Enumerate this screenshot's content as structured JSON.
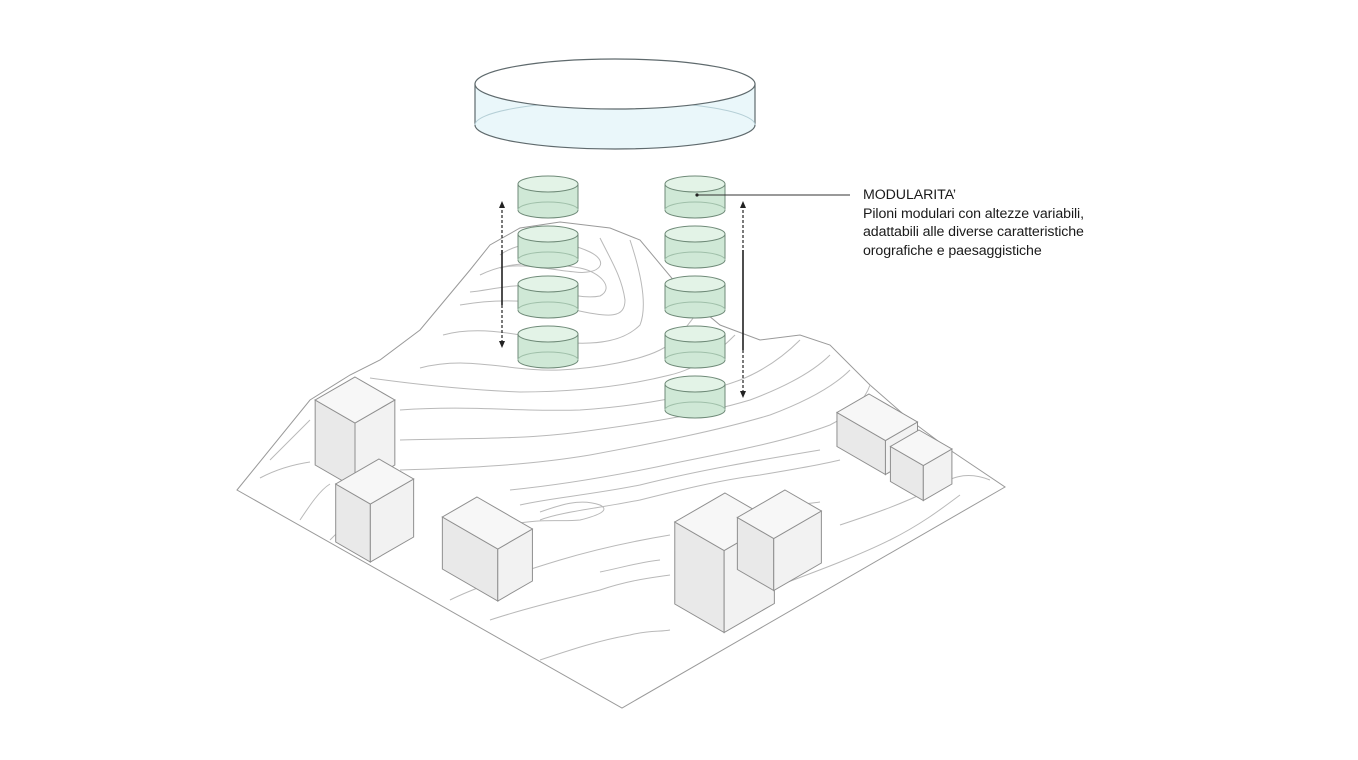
{
  "annotation": {
    "title": "MODULARITA’",
    "lines": [
      "Piloni modulari con altezze variabili,",
      "adattabili alle diverse caratteristiche",
      "orografiche e paesaggistiche"
    ]
  },
  "elements": {
    "reservoir": "water-tank",
    "pier_columns": [
      {
        "name": "left-pier-column",
        "module_count": 4
      },
      {
        "name": "right-pier-column",
        "module_count": 5
      }
    ],
    "building_count": 7,
    "height_arrows": 2
  },
  "colors": {
    "pier_fill": "#cfe8d6",
    "tank_fill": "#eaf7fa",
    "building_fill": "#f2f2f2",
    "contour_line": "#b9b9b9",
    "text": "#1a1a1a"
  }
}
